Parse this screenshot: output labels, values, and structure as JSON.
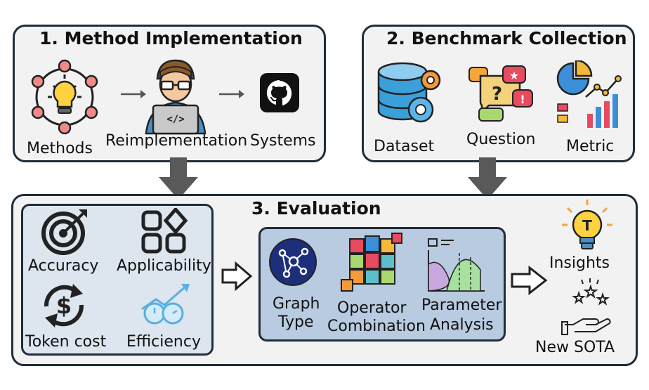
{
  "method": {
    "title": "1. Method Implementation",
    "labels": {
      "methods": "Methods",
      "reimplementation": "Reimplementation",
      "systems": "Systems"
    }
  },
  "benchmark": {
    "title": "2. Benchmark Collection",
    "labels": {
      "dataset": "Dataset",
      "question": "Question",
      "metric": "Metric"
    }
  },
  "evaluation": {
    "title": "3. Evaluation",
    "criteria": {
      "accuracy": "Accuracy",
      "applicability": "Applicability",
      "token_cost": "Token cost",
      "efficiency": "Efficiency"
    },
    "analysis": {
      "graph_type": [
        "Graph",
        "Type"
      ],
      "operator_combination": [
        "Operator",
        "Combination"
      ],
      "parameter_analysis": [
        "Parameter",
        "Analysis"
      ]
    },
    "outcomes": {
      "insights": "Insights",
      "new_sota": "New SOTA"
    }
  },
  "colors": {
    "box_fill": "#f2f2f2",
    "box_border": "#1f2d3d",
    "criteria_panel": "#dde5ee",
    "analysis_panel": "#b8cbe0",
    "arrow": "#595959"
  }
}
